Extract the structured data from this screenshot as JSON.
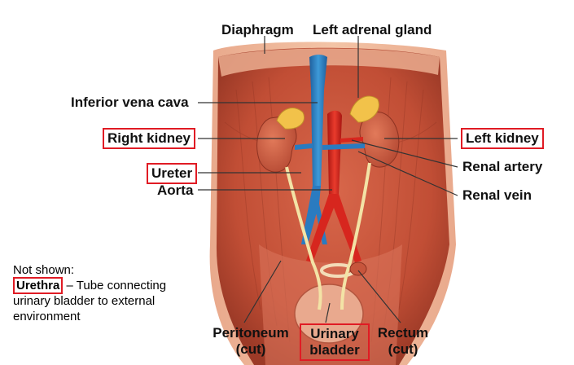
{
  "labels": {
    "diaphragm": "Diaphragm",
    "left_adrenal_gland": "Left adrenal gland",
    "inferior_vena_cava": "Inferior vena cava",
    "right_kidney": "Right kidney",
    "left_kidney": "Left kidney",
    "ureter": "Ureter",
    "renal_artery": "Renal artery",
    "aorta": "Aorta",
    "renal_vein": "Renal vein",
    "peritoneum_1": "Peritoneum",
    "peritoneum_2": "(cut)",
    "urinary_bladder_1": "Urinary",
    "urinary_bladder_2": "bladder",
    "rectum_1": "Rectum",
    "rectum_2": "(cut)"
  },
  "note": {
    "heading": "Not shown:",
    "term": "Urethra",
    "definition": " – Tube connecting urinary bladder to external environment"
  },
  "colors": {
    "highlight_box": "#e01b24",
    "muscle": "#c8553d",
    "artery": "#d7261e",
    "vein": "#2a7bc0",
    "adrenal": "#f2c24a",
    "ureter": "#f3e3a6"
  }
}
